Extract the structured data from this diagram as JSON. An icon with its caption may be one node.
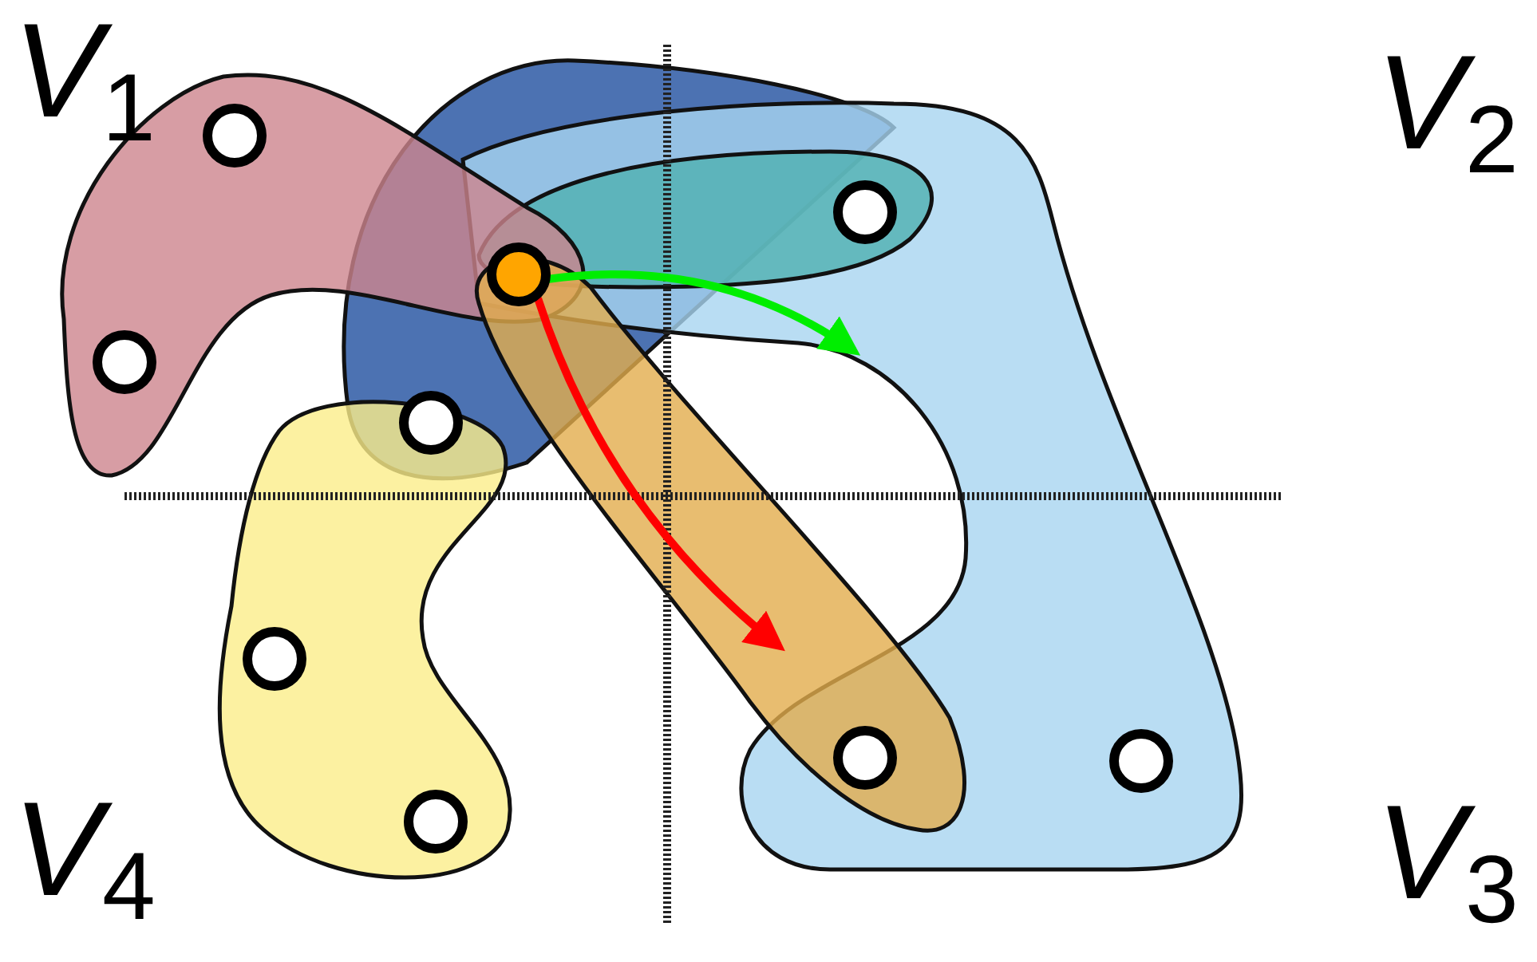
{
  "diagram": {
    "nodes": [
      {
        "text": [],
        "shape": "circle"
      },
      {
        "text": [],
        "shape": "circle"
      },
      {
        "text": [],
        "shape": "circle"
      },
      {
        "text": [],
        "shape": "circle"
      },
      {
        "text": [],
        "shape": "circle"
      },
      {
        "text": [],
        "shape": "circle"
      },
      {
        "text": [],
        "shape": "circle"
      },
      {
        "text": [],
        "shape": "circle"
      },
      {
        "text": [],
        "shape": "circle"
      }
    ],
    "edges": [
      {
        "from": 5,
        "to": null,
        "arrow": "to",
        "color": "#00ee00"
      },
      {
        "from": 5,
        "to": null,
        "arrow": "to",
        "color": "#ff0000"
      }
    ],
    "labels": [
      "*V*$_{1}$",
      "*V*$_{2}$",
      "*V*$_{3}$",
      "*V*$_{4}$"
    ]
  }
}
